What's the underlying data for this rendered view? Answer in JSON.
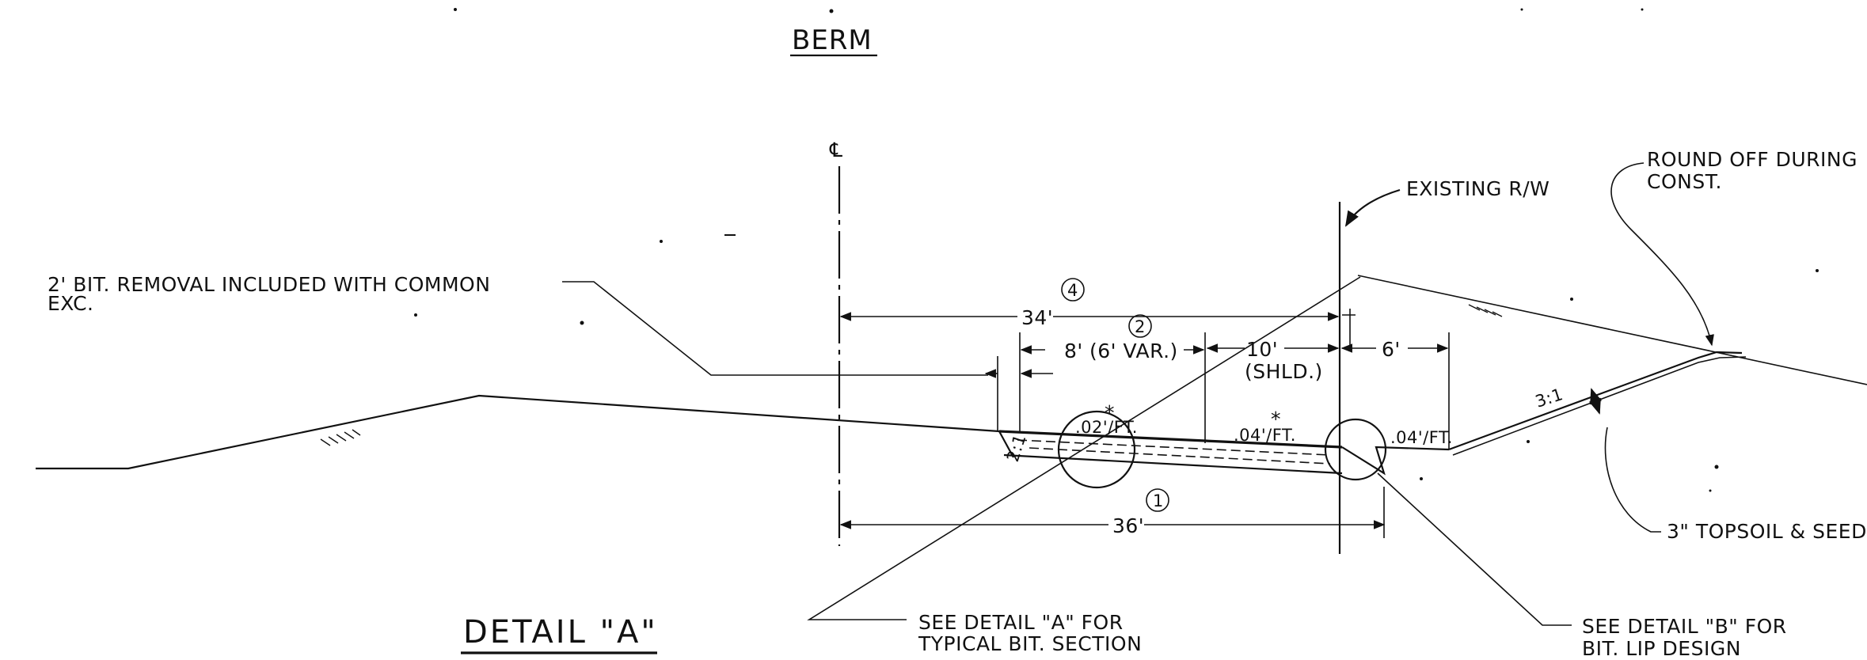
{
  "drawing": {
    "title_top": "BERM",
    "detail_title": "DETAIL \"A\"",
    "centerline_symbol": "℄",
    "labels": {
      "bit_removal_line1": "2' BIT. REMOVAL INCLUDED WITH COMMON",
      "bit_removal_line2": "EXC.",
      "existing_rw": "EXISTING R/W",
      "round_off_line1": "ROUND OFF DURING",
      "round_off_line2": "CONST.",
      "topsoil": "3\" TOPSOIL & SEED",
      "see_detail_a_line1": "SEE DETAIL \"A\" FOR",
      "see_detail_a_line2": "TYPICAL BIT. SECTION",
      "see_detail_b_line1": "SEE DETAIL \"B\" FOR",
      "see_detail_b_line2": "BIT. LIP DESIGN"
    },
    "dimensions": {
      "dim_34": "34'",
      "dim_36": "36'",
      "dim_8": "8'",
      "dim_6var": "(6' VAR.)",
      "dim_10": "10'",
      "dim_shld": "(SHLD.)",
      "dim_6": "6'",
      "slope_02": ".02'/FT.",
      "slope_04a": ".04'/FT.",
      "slope_04b": ".04'/FT.",
      "slope_31": "3:1",
      "slope_21": "2:1",
      "asterisk": "*"
    },
    "callouts": {
      "c1": "1",
      "c2": "2",
      "c4": "4"
    },
    "icons": [
      "ground-hatch-icon",
      "centerline-icon",
      "leader-arrow-icon"
    ]
  }
}
